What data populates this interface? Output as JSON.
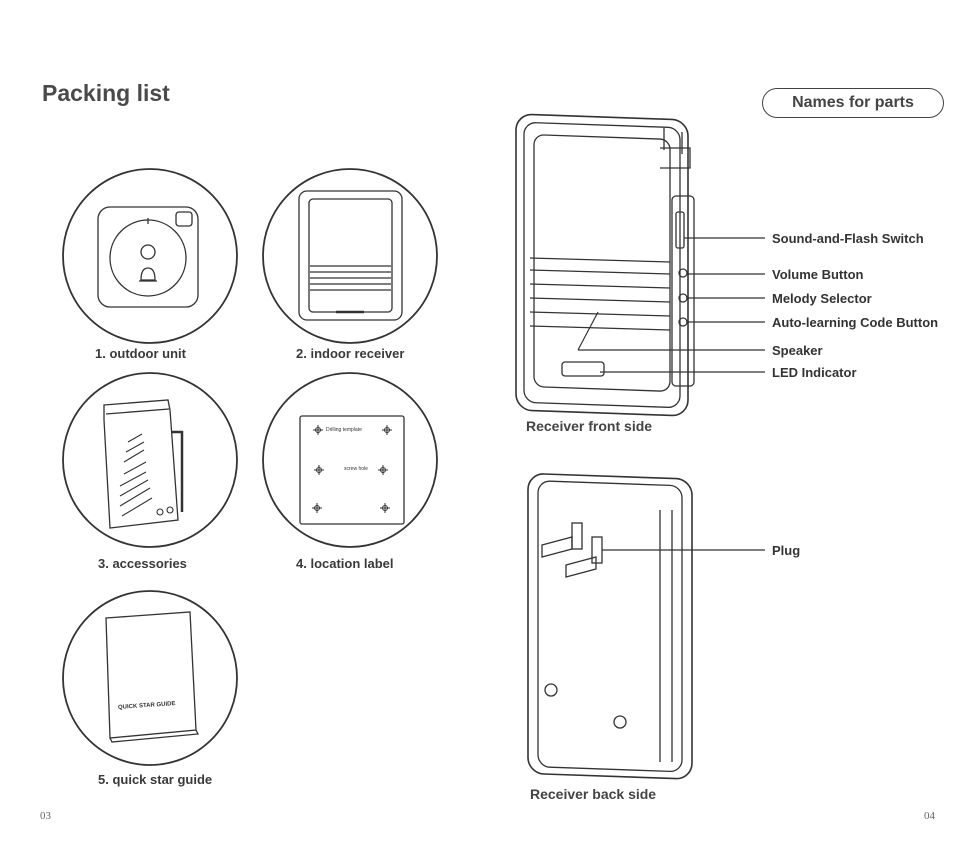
{
  "left_page": {
    "title": "Packing list",
    "items": [
      {
        "label": "1. outdoor unit"
      },
      {
        "label": "2. indoor receiver"
      },
      {
        "label": "3. accessories"
      },
      {
        "label": "4. location label"
      },
      {
        "label": "5. quick star guide"
      }
    ],
    "location_label_texts": {
      "drilling": "Drilling template",
      "screw": "screw hole"
    },
    "guide_cover_text": "QUICK STAR GUIDE",
    "page_number": "03"
  },
  "right_page": {
    "title": "Names for parts",
    "front_parts": [
      {
        "label": "Sound-and-Flash Switch"
      },
      {
        "label": "Volume Button"
      },
      {
        "label": "Melody Selector"
      },
      {
        "label": "Auto-learning Code Button"
      },
      {
        "label": "Speaker"
      },
      {
        "label": "LED Indicator"
      }
    ],
    "front_caption": "Receiver front side",
    "back_parts": [
      {
        "label": "Plug"
      }
    ],
    "back_caption": "Receiver back side",
    "page_number": "04"
  }
}
